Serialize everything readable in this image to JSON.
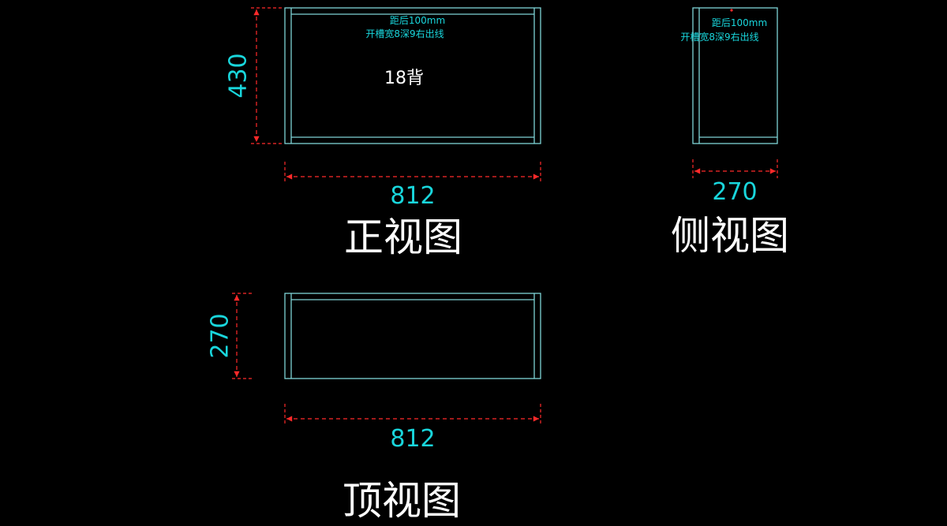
{
  "colors": {
    "background": "#000000",
    "outline": "#7fd4d6",
    "dimension_line": "#ff2a2a",
    "dimension_text": "#19d6dc",
    "note_text": "#19d6dc",
    "title_text": "#ffffff",
    "part_label": "#ffffff"
  },
  "front_view": {
    "title": "正视图",
    "width_dim": "812",
    "height_dim": "430",
    "note_line1": "距后100mm",
    "note_line2": "开槽宽8深9右出线",
    "part_label": "18背"
  },
  "side_view": {
    "title": "侧视图",
    "width_dim": "270",
    "note_line1": "距后100mm",
    "note_line2": "开槽宽8深9右出线"
  },
  "top_view": {
    "title": "顶视图",
    "width_dim": "812",
    "height_dim": "270"
  }
}
